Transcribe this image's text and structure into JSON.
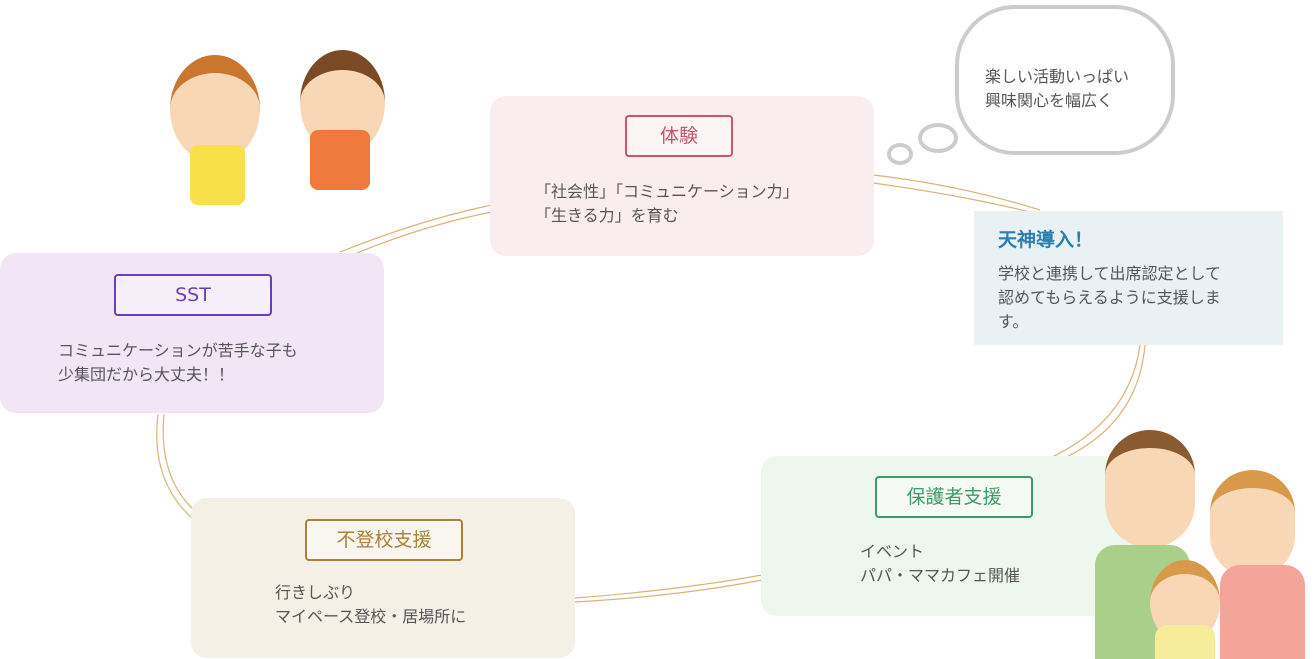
{
  "cards": {
    "taiken": {
      "title": "体験",
      "line1": "「社会性」「コミュニケーション力」",
      "line2": "「生きる力」を育む"
    },
    "sst": {
      "title": "SST",
      "line1": "コミュニケーションが苦手な子も",
      "line2": "少集団だから大丈夫！！"
    },
    "futoko": {
      "title": "不登校支援",
      "line1": "行きしぶり",
      "line2": "マイペース登校・居場所に"
    },
    "hogosha": {
      "title": "保護者支援",
      "line1": "イベント",
      "line2": "パパ・ママカフェ開催"
    }
  },
  "bubble": {
    "line1": "楽しい活動いっぱい",
    "line2": "興味関心を幅広く"
  },
  "tenjin": {
    "title": "天神導入！",
    "body": "学校と連携して出席認定として\n認めてもらえるように支援しま\nす。"
  },
  "colors": {
    "taiken": "#c9566f",
    "sst": "#6b3fb0",
    "futoko": "#a8823a",
    "hogosha": "#3e9a6a",
    "tenjin": "#2a7fae"
  }
}
